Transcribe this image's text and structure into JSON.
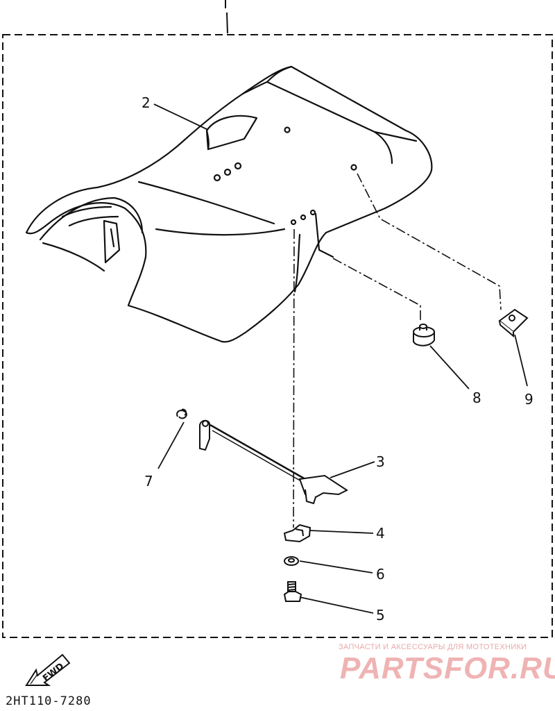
{
  "diagram": {
    "callouts": [
      {
        "id": "2",
        "label": "2"
      },
      {
        "id": "3",
        "label": "3"
      },
      {
        "id": "4",
        "label": "4"
      },
      {
        "id": "5",
        "label": "5"
      },
      {
        "id": "6",
        "label": "6"
      },
      {
        "id": "7",
        "label": "7"
      },
      {
        "id": "8",
        "label": "8"
      },
      {
        "id": "9",
        "label": "9"
      }
    ],
    "fwd_label": "FWD",
    "part_code": "2HT110-7280"
  },
  "watermark": {
    "tagline": "ЗАПЧАСТИ И АКСЕССУАРЫ ДЛЯ МОТОТЕХНИКИ",
    "brand": "PARTSFOR.RU",
    "color": "#e8a0a0"
  },
  "colors": {
    "ink": "#111111",
    "paper": "#ffffff"
  }
}
